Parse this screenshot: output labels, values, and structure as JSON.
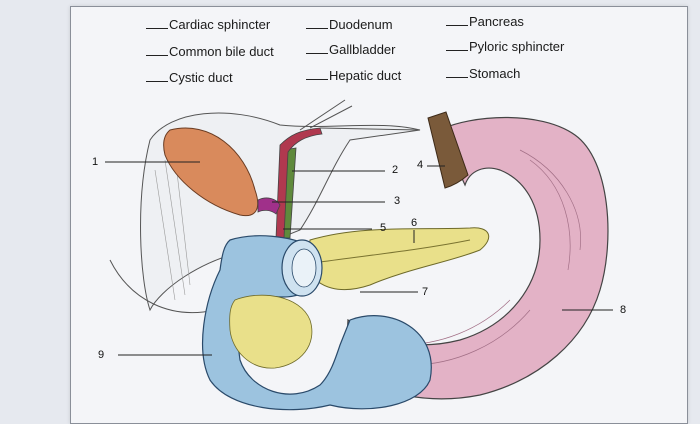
{
  "word_bank": [
    {
      "label": "Cardiac sphincter"
    },
    {
      "label": "Duodenum"
    },
    {
      "label": "Pancreas"
    },
    {
      "label": "Common bile duct"
    },
    {
      "label": "Gallbladder"
    },
    {
      "label": "Pyloric sphincter"
    },
    {
      "label": "Cystic duct"
    },
    {
      "label": "Hepatic duct"
    },
    {
      "label": "Stomach"
    }
  ],
  "callouts": [
    "1",
    "2",
    "3",
    "4",
    "5",
    "6",
    "7",
    "8",
    "9"
  ],
  "colors": {
    "stomach": "#e3b2c6",
    "duodenum": "#9cc3df",
    "pancreas": "#e9e08a",
    "gallbladder": "#d98a5c",
    "bile_duct": "#b0394f",
    "cystic_duct": "#a0308a",
    "hepatic_duct": "#5f8a3c",
    "esophagus": "#7a5a3a"
  }
}
